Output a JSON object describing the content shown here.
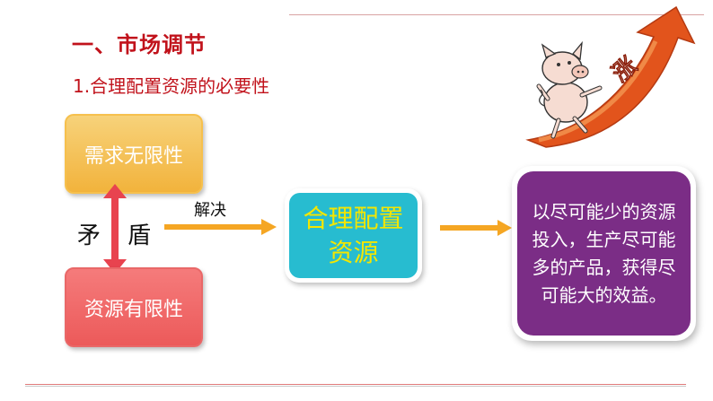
{
  "heading": "一、市场调节",
  "subheading": "1.合理配置资源的必要性",
  "boxes": {
    "demand": "需求无限性",
    "resource": "资源有限性",
    "center": "合理配置资源",
    "result": "以尽可能少的资源投入，生产尽可能多的产品，获得尽可能大的效益。"
  },
  "conflict": {
    "left": "矛",
    "right": "盾"
  },
  "arrow_label": "解决",
  "illustration": {
    "badge": "涨"
  },
  "colors": {
    "title_red": "#c1121b",
    "demand_box": "#f2b33c",
    "resource_box": "#ec5a5a",
    "center_box": "#27bcd0",
    "center_text": "#f4e600",
    "result_box": "#7b2d86",
    "arrow_orange": "#f5a623"
  }
}
